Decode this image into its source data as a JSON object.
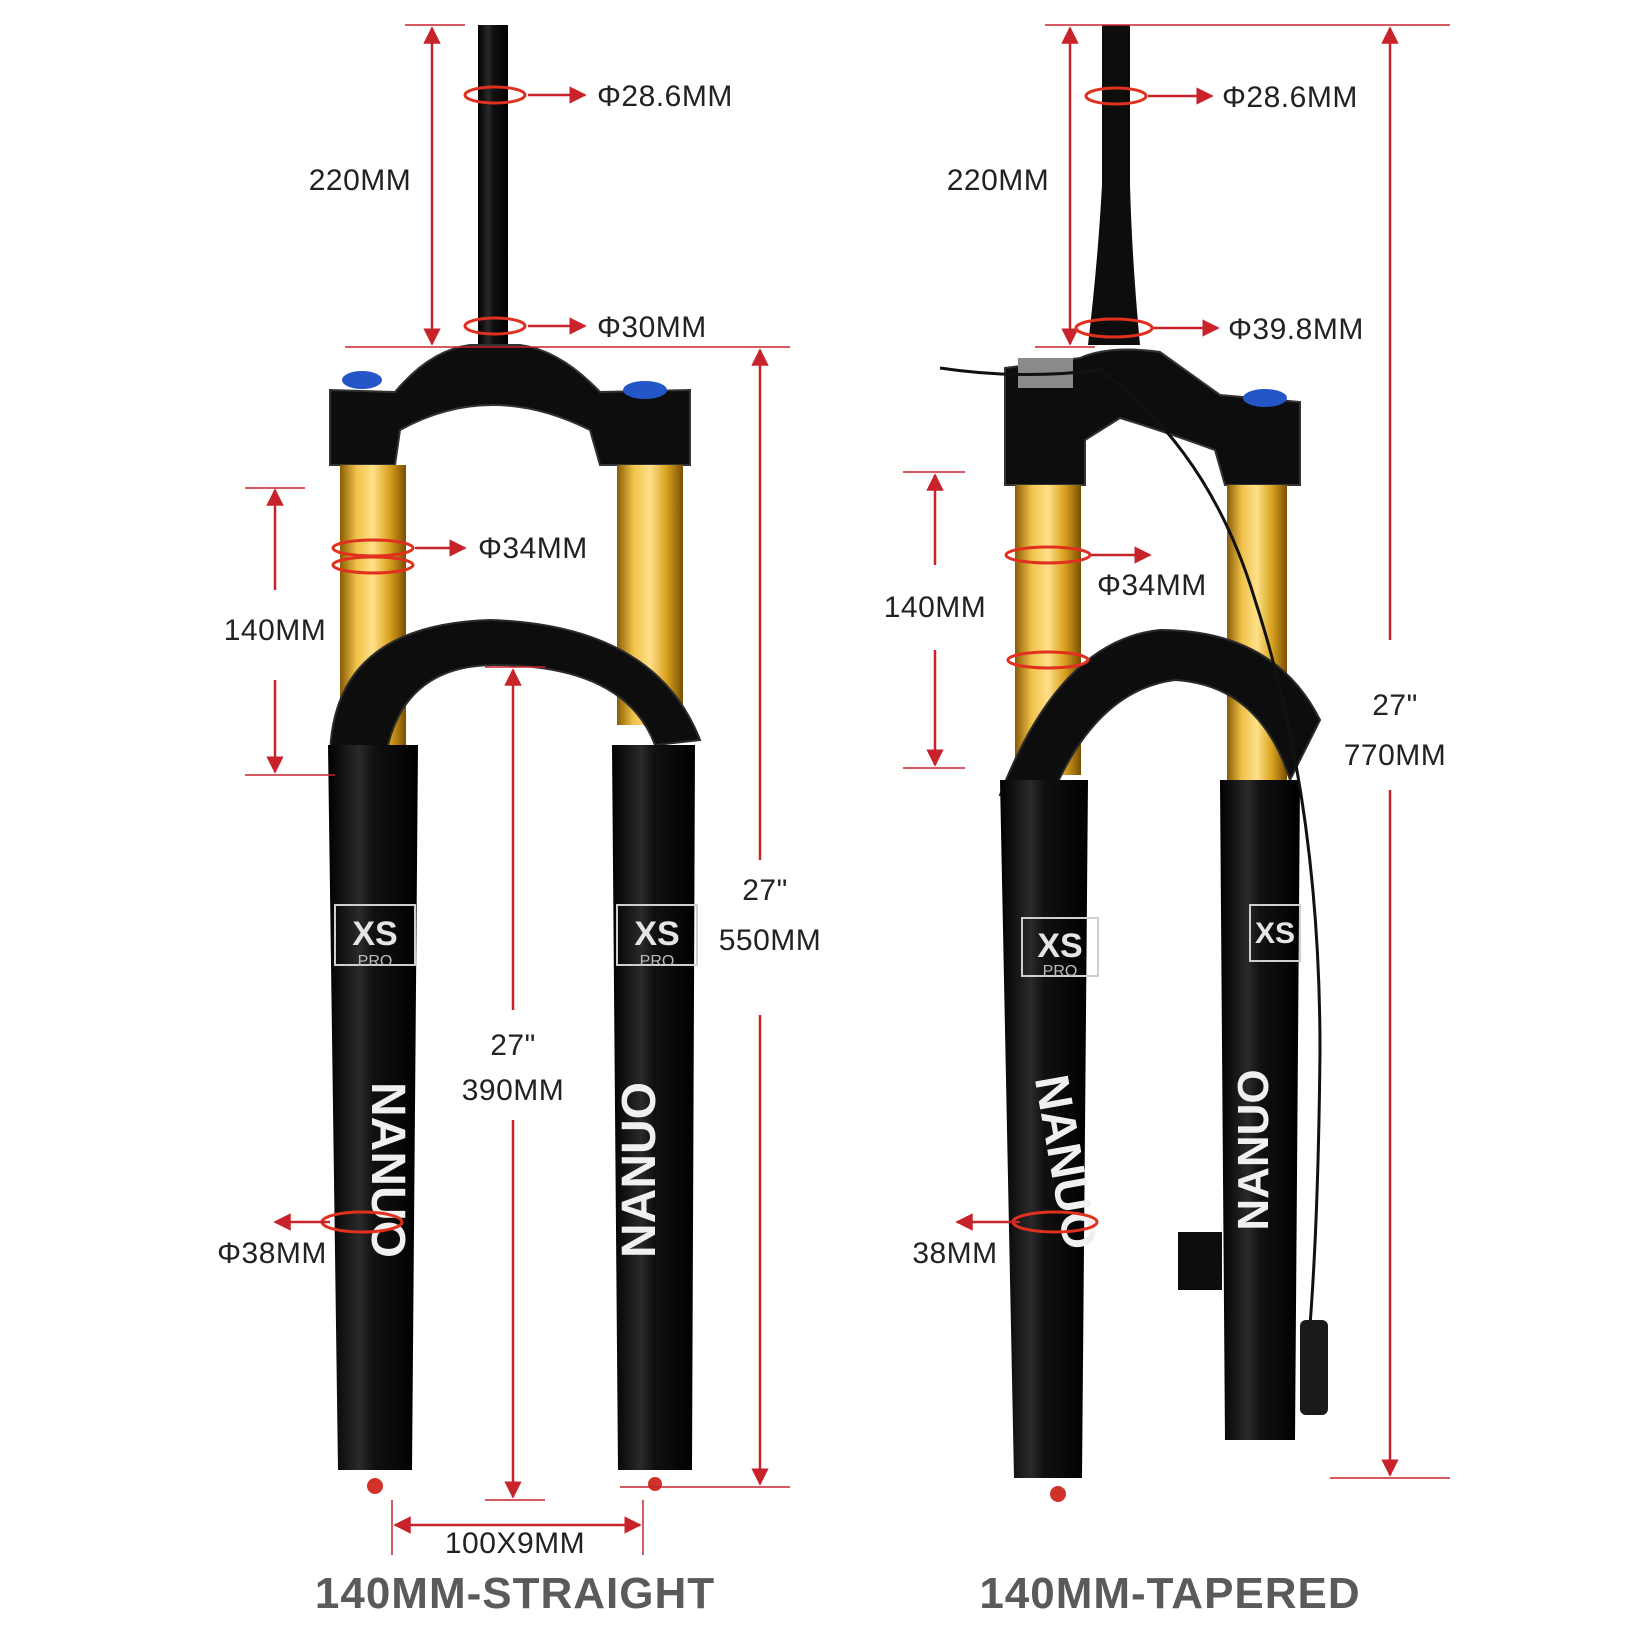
{
  "colors": {
    "accent_red": "#c8232a",
    "stanchion_gold": "#d9a21e",
    "body_black": "#0b0b0b",
    "title_gray": "#5a5a5a"
  },
  "straight": {
    "title": "140MM-STRAIGHT",
    "steerer_top": "Φ28.6MM",
    "steerer_length": "220MM",
    "steerer_base": "Φ30MM",
    "stanchion_diameter": "Φ34MM",
    "travel": "140MM",
    "axle_to_crown_size": "27\"",
    "axle_to_crown": "550MM",
    "inner_size": "27\"",
    "inner_height": "390MM",
    "lower_diameter": "Φ38MM",
    "axle": "100X9MM",
    "brand_badge": "XS",
    "brand_sub": "PRO",
    "leg_text": "NANUO"
  },
  "tapered": {
    "title": "140MM-TAPERED",
    "steerer_top": "Φ28.6MM",
    "steerer_length": "220MM",
    "steerer_base": "Φ39.8MM",
    "stanchion_diameter": "Φ34MM",
    "travel": "140MM",
    "overall_size": "27\"",
    "overall_length": "770MM",
    "lower_diameter": "38MM",
    "brand_badge": "XS",
    "brand_sub": "PRO",
    "leg_text": "NANUO"
  }
}
